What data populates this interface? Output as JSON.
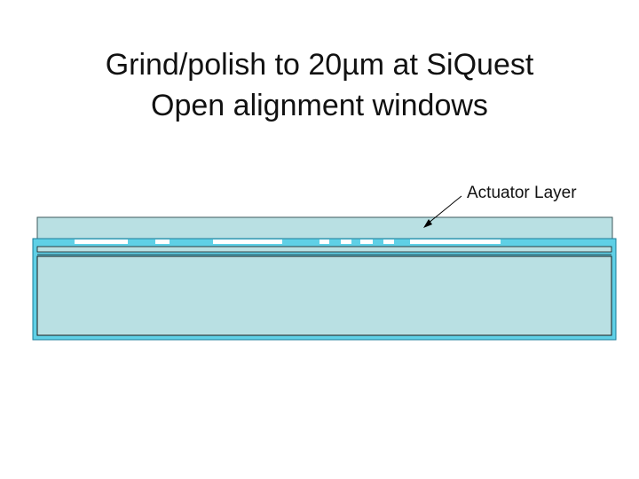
{
  "slide": {
    "title_line_1": "Grind/polish to 20µm at SiQuest",
    "title_line_2": "Open alignment windows"
  },
  "diagram": {
    "callout_label": "Actuator Layer",
    "colors": {
      "layer_fill": "#b9e0e3",
      "layer_outline": "#3d5a5c",
      "bright_fill": "#5fd0e6",
      "bright_outline": "#1a7d99",
      "window_gap": "#ffffff",
      "arrow": "#000000"
    }
  }
}
